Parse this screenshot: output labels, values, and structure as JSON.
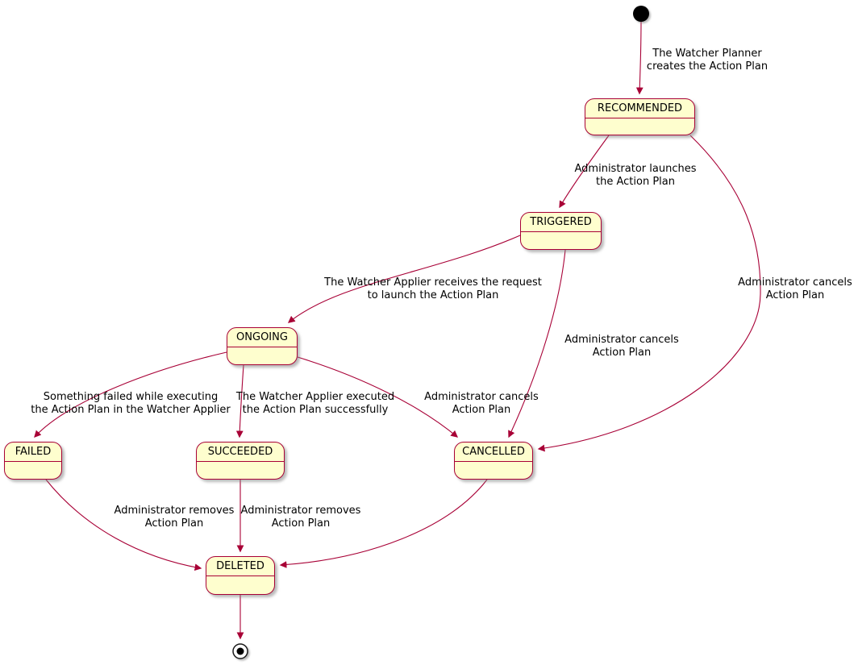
{
  "diagram": {
    "type": "state-diagram",
    "colors": {
      "state_fill": "#FEFECE",
      "state_border": "#A80036",
      "arrow": "#A80036",
      "label_text": "#000000"
    },
    "states": [
      {
        "label": "RECOMMENDED"
      },
      {
        "label": "TRIGGERED"
      },
      {
        "label": "ONGOING"
      },
      {
        "label": "FAILED"
      },
      {
        "label": "SUCCEEDED"
      },
      {
        "label": "CANCELLED"
      },
      {
        "label": "DELETED"
      }
    ],
    "edges": [
      {
        "from": "start",
        "to": "RECOMMENDED",
        "lines": [
          "The Watcher Planner",
          "creates the Action Plan"
        ]
      },
      {
        "from": "RECOMMENDED",
        "to": "TRIGGERED",
        "lines": [
          "Administrator launches",
          "the Action Plan"
        ]
      },
      {
        "from": "TRIGGERED",
        "to": "ONGOING",
        "lines": [
          "The Watcher Applier receives the request",
          "to launch the Action Plan"
        ]
      },
      {
        "from": "ONGOING",
        "to": "FAILED",
        "lines": [
          "Something failed while executing",
          "the Action Plan in the Watcher Applier"
        ]
      },
      {
        "from": "ONGOING",
        "to": "SUCCEEDED",
        "lines": [
          "The Watcher Applier executed",
          "the Action Plan successfully"
        ]
      },
      {
        "from": "ONGOING",
        "to": "CANCELLED",
        "lines": [
          "Administrator cancels",
          "Action Plan"
        ]
      },
      {
        "from": "TRIGGERED",
        "to": "CANCELLED",
        "lines": [
          "Administrator cancels",
          "Action Plan"
        ]
      },
      {
        "from": "RECOMMENDED",
        "to": "CANCELLED",
        "lines": [
          "Administrator cancels",
          "Action Plan"
        ]
      },
      {
        "from": "FAILED",
        "to": "DELETED",
        "lines": [
          "Administrator removes",
          "Action Plan"
        ]
      },
      {
        "from": "SUCCEEDED",
        "to": "DELETED",
        "lines": [
          "Administrator removes",
          "Action Plan"
        ]
      },
      {
        "from": "CANCELLED",
        "to": "DELETED",
        "lines": []
      },
      {
        "from": "DELETED",
        "to": "end",
        "lines": []
      }
    ]
  }
}
